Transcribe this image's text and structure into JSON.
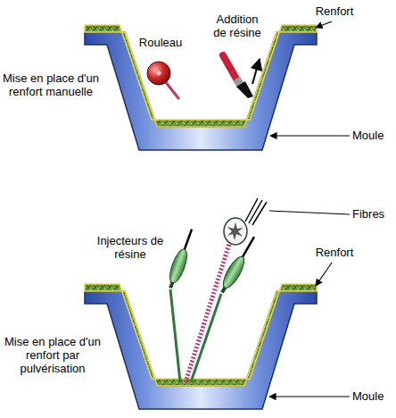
{
  "diagram": {
    "labels": [
      "Rouleau",
      "Addition de résine",
      "Renfort",
      "Mise en place d'un renfort manuelle",
      "Moule",
      "Fibres",
      "Injecteurs de résine",
      "Renfort",
      "Mise en place d'un renfort par pulvérisation",
      "Moule"
    ]
  }
}
